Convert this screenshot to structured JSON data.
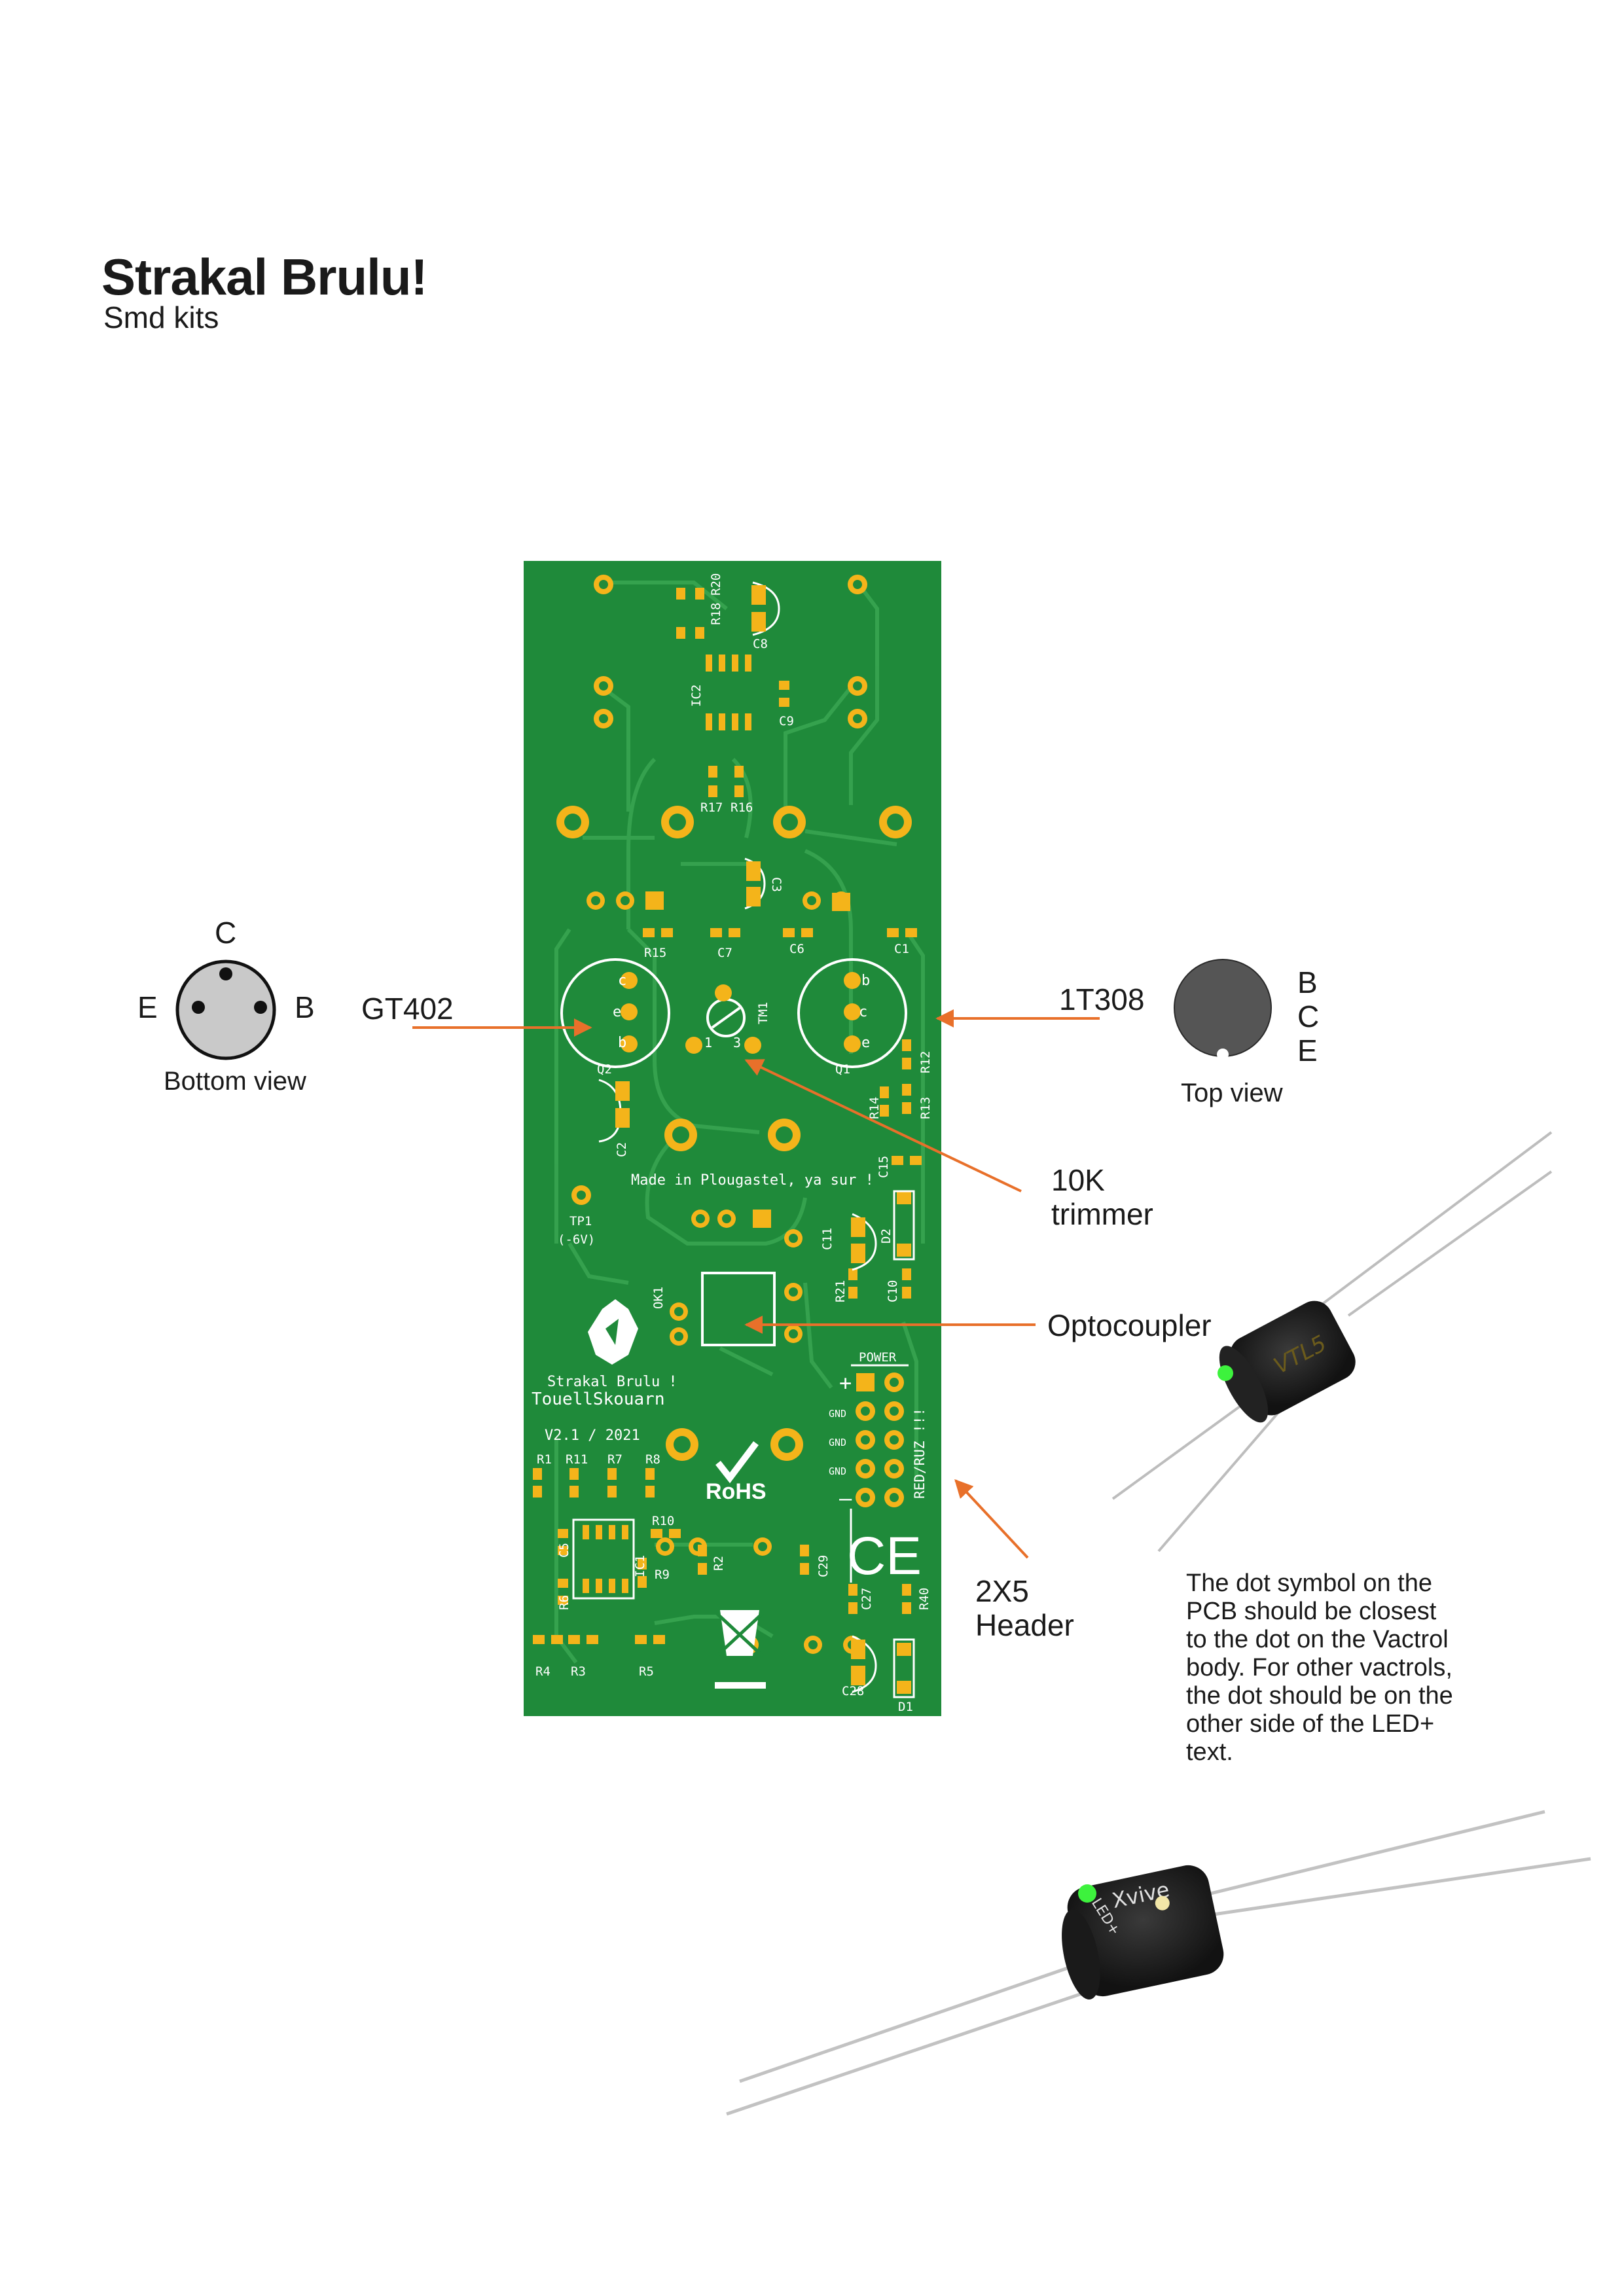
{
  "header": {
    "title": "Strakal Brulu!",
    "subtitle": "Smd kits"
  },
  "pinout_left": {
    "pin_c": "C",
    "pin_e": "E",
    "pin_b": "B",
    "caption": "Bottom view",
    "part": "GT402"
  },
  "pinout_right": {
    "part": "1T308",
    "pin_b": "B",
    "pin_c": "C",
    "pin_e": "E",
    "caption": "Top view"
  },
  "callouts": {
    "trimmer_line1": "10K",
    "trimmer_line2": "trimmer",
    "optocoupler": "Optocoupler",
    "header_line1": "2X5",
    "header_line2": "Header"
  },
  "note": "The dot symbol on the PCB should be closest to the dot on the Vactrol body. For other vactrols, the dot should be on the other side of the LED+ text.",
  "pcb": {
    "refs": {
      "r18": "R18",
      "r20": "R20",
      "c8": "C8",
      "ic2": "IC2",
      "c9": "C9",
      "r17": "R17",
      "r16": "R16",
      "c3": "C3",
      "r15": "R15",
      "c7": "C7",
      "c6": "C6",
      "c1": "C1",
      "q2": "Q2",
      "q1": "Q1",
      "tm1": "TM1",
      "r12": "R12",
      "r13": "R13",
      "r14": "R14",
      "c2": "C2",
      "c15": "C15",
      "c11": "C11",
      "d2": "D2",
      "r21": "R21",
      "c10": "C10",
      "ok1": "OK1",
      "tp1": "TP1",
      "tp1_volt": "(-6V)",
      "r1": "R1",
      "r11": "R11",
      "r7": "R7",
      "r8": "R8",
      "c5": "C5",
      "r10": "R10",
      "ic1": "IC1",
      "r6": "R6",
      "r9": "R9",
      "r2": "R2",
      "c29": "C29",
      "c27": "C27",
      "r40": "R40",
      "r4": "R4",
      "r3": "R3",
      "r5": "R5",
      "c28": "C28",
      "d1": "D1"
    },
    "pin_c": "c",
    "pin_e": "e",
    "pin_b": "b",
    "trim_1": "1",
    "trim_3": "3",
    "made_in": "Made in Plougastel, ya sur !",
    "brand": "Strakal Brulu !",
    "brand2": "TouellSkouarn",
    "version": "V2.1 / 2021",
    "power": "POWER",
    "plus": "+",
    "minus": "–",
    "gnd": "GND",
    "red": "RED/RUZ !!!",
    "rohs": "RoHS",
    "ce": "CE"
  },
  "vactrol_top": {
    "marking": "VTL5"
  },
  "vactrol_bottom": {
    "brand": "Xvive",
    "led": "LED+"
  },
  "colors": {
    "pcb": "#1f8a3a",
    "pad": "#f4b41a",
    "arrow": "#e8702a",
    "dot": "#3df23d"
  }
}
